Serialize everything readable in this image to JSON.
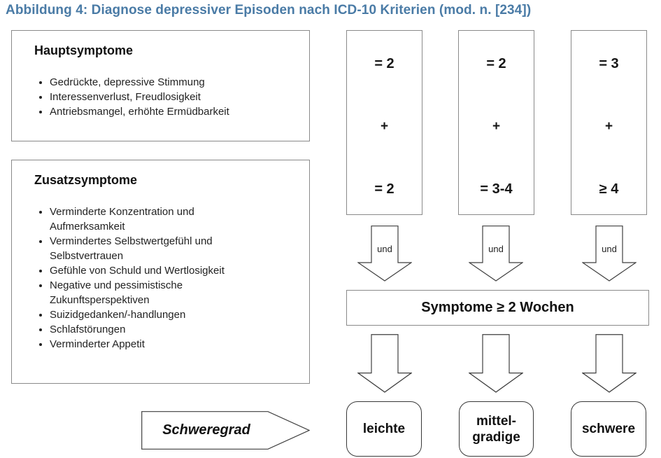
{
  "title": "Abbildung 4: Diagnose depressiver Episoden nach ICD-10 Kriterien (mod. n. [234])",
  "colors": {
    "title_blue": "#4a7ba6",
    "box_border": "#8a8a8a",
    "shape_border": "#3f3f3f",
    "text_dark": "#1c1c1c"
  },
  "hauptsymptome": {
    "title": "Hauptsymptome",
    "items": [
      "Gedrückte, depressive Stimmung",
      "Interessenverlust, Freudlosigkeit",
      "Antriebsmangel, erhöhte Ermüdbarkeit"
    ]
  },
  "zusatzsymptome": {
    "title": "Zusatzsymptome",
    "items": [
      "Verminderte Konzentration und\nAufmerksamkeit",
      "Vermindertes Selbstwertgefühl und\nSelbstvertrauen",
      "Gefühle von Schuld und Wertlosigkeit",
      "Negative und pessimistische\nZukunftsperspektiven",
      "Suizidgedanken/-handlungen",
      "Schlafstörungen",
      "Verminderter Appetit"
    ]
  },
  "criteria_columns": [
    {
      "main": "= 2",
      "plus": "+",
      "additional": "= 2"
    },
    {
      "main": "= 2",
      "plus": "+",
      "additional": "= 3-4"
    },
    {
      "main": "= 3",
      "plus": "+",
      "additional": "≥ 4"
    }
  ],
  "und_label": "und",
  "duration_label": "Symptome ≥ 2 Wochen",
  "severity_pointer_label": "Schweregrad",
  "severity_levels": [
    "leichte",
    "mittel-\ngradige",
    "schwere"
  ]
}
